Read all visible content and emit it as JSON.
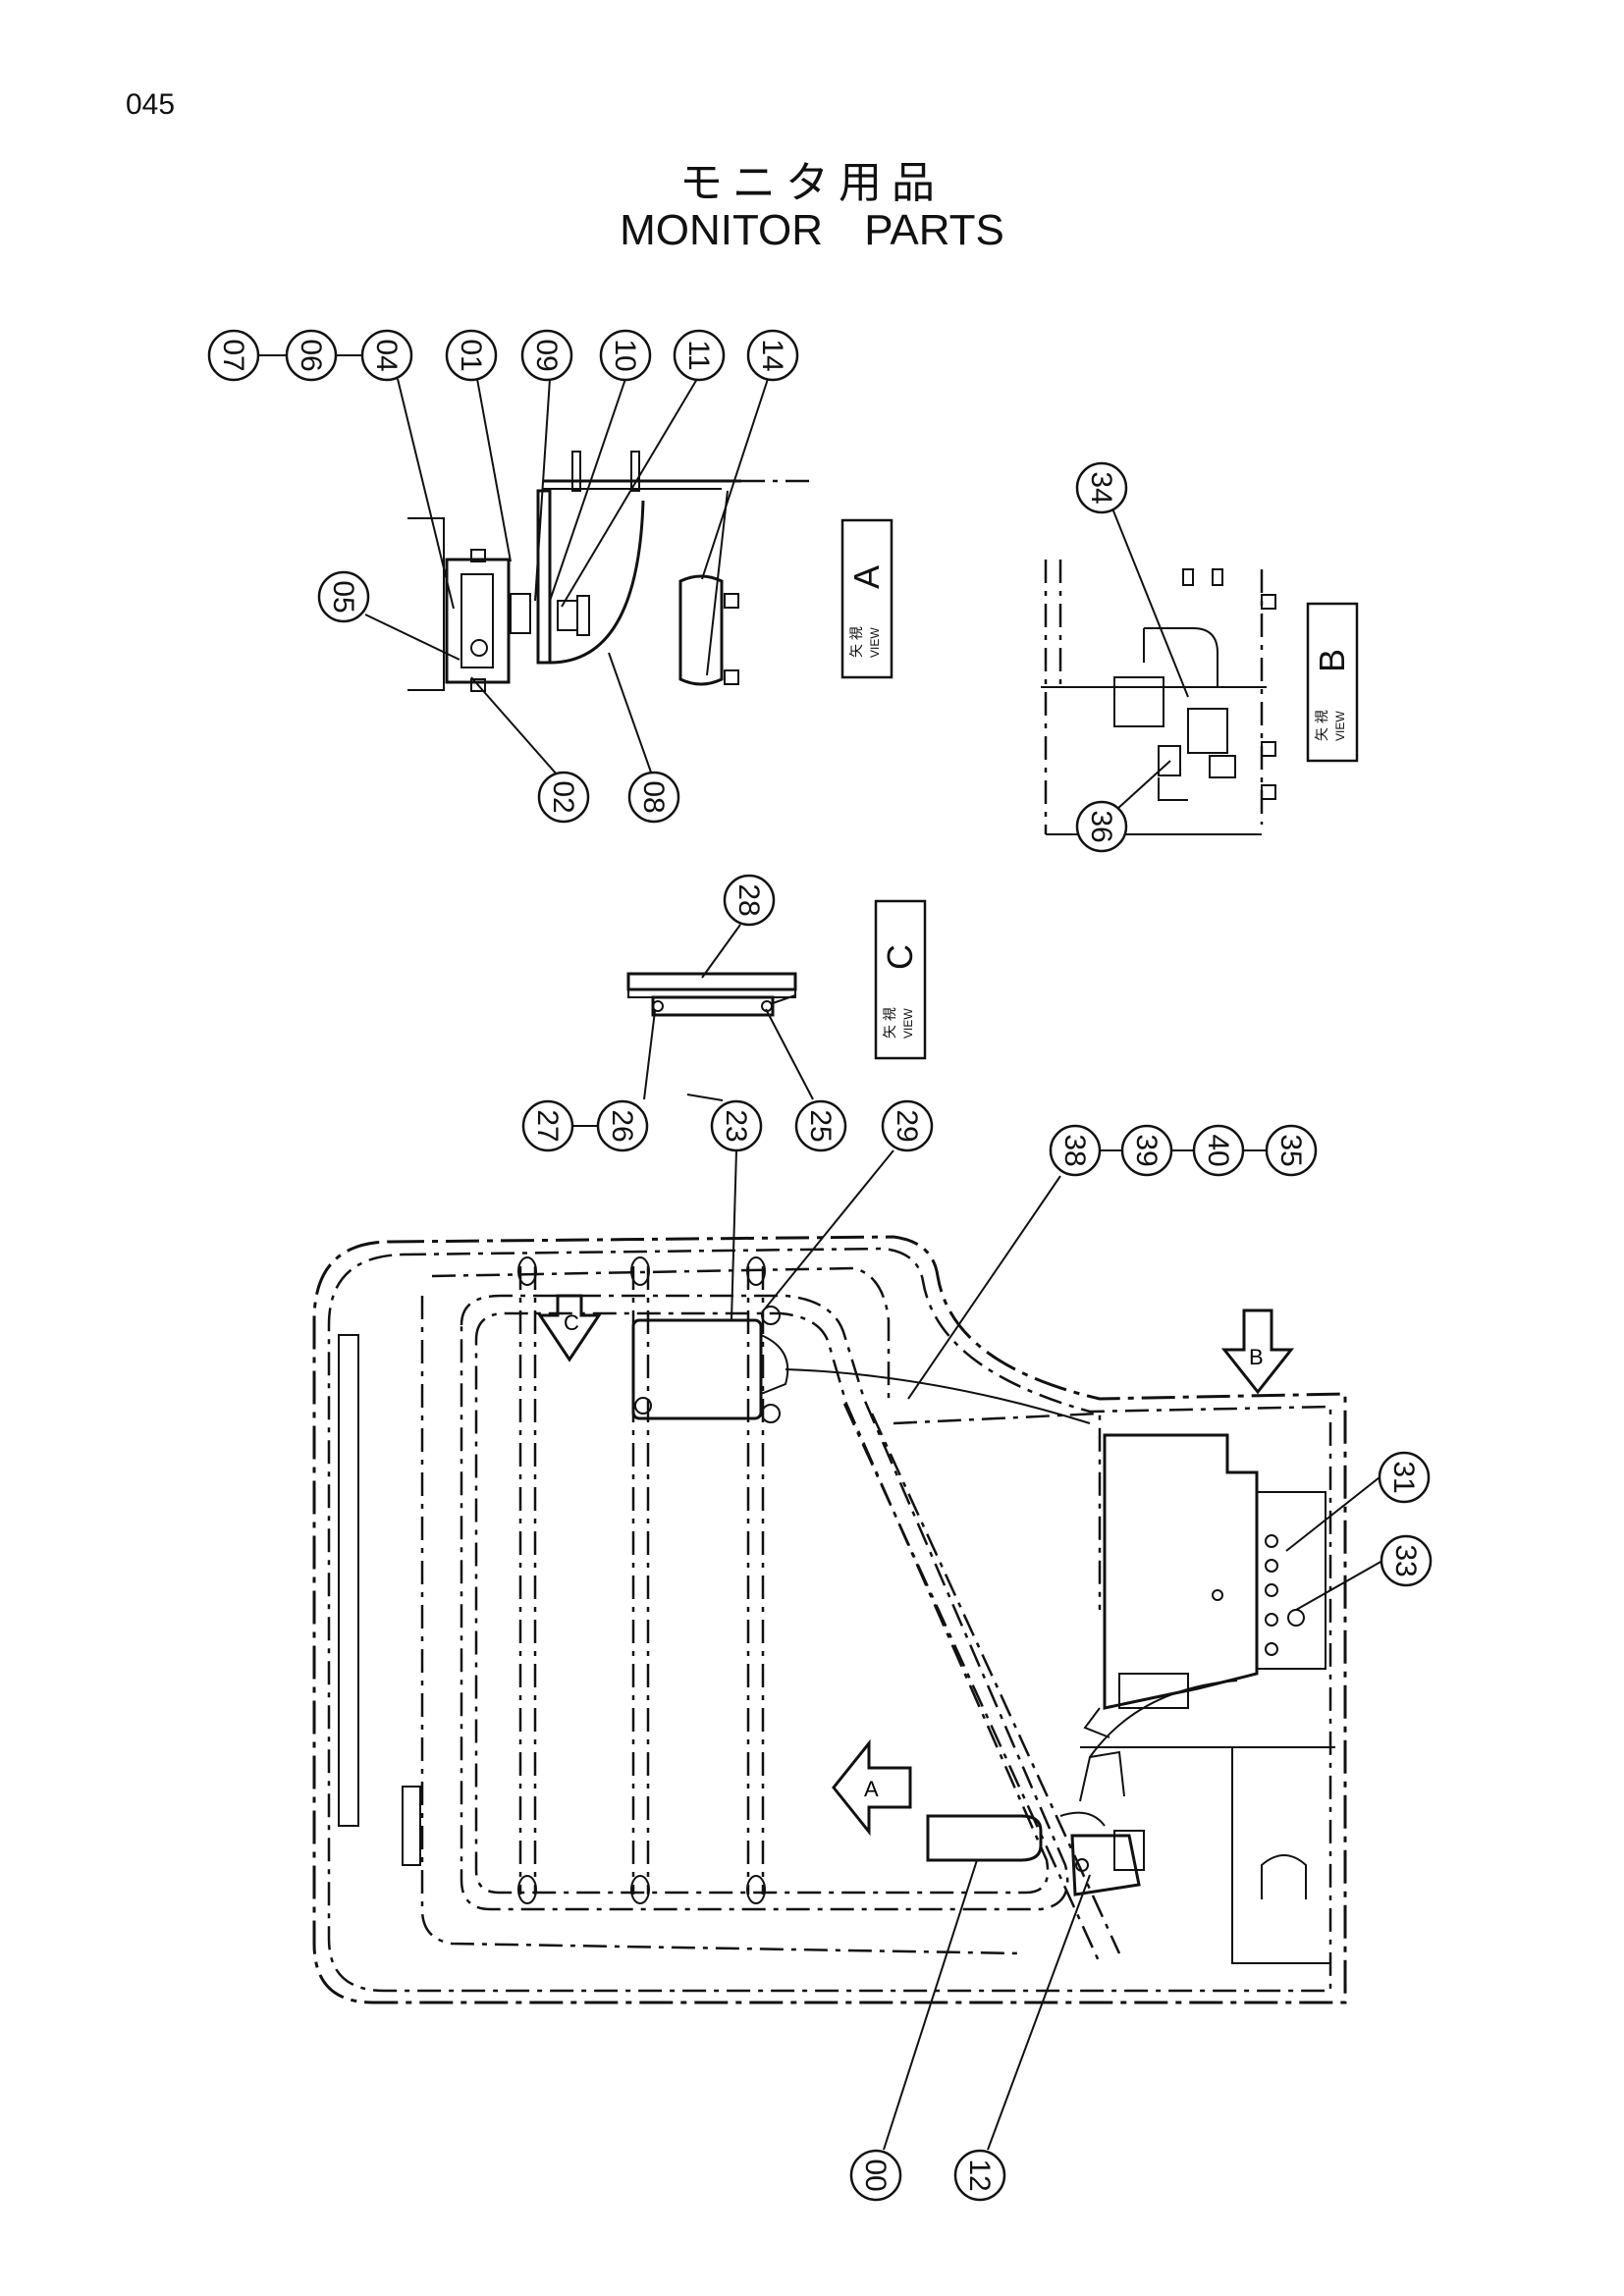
{
  "page_number": "045",
  "title_jp": "モニタ用品",
  "title_en": "MONITOR PARTS",
  "view_labels": [
    {
      "id": "view-a",
      "kanji": "矢 視",
      "view": "VIEW",
      "letter": "A"
    },
    {
      "id": "view-b",
      "kanji": "矢 視",
      "view": "VIEW",
      "letter": "B"
    },
    {
      "id": "view-c",
      "kanji": "矢 視",
      "view": "VIEW",
      "letter": "C"
    }
  ],
  "arrow_labels": {
    "a": "A",
    "b": "B",
    "c": "C"
  },
  "callouts": [
    "07",
    "06",
    "04",
    "01",
    "09",
    "10",
    "11",
    "14",
    "05",
    "02",
    "08",
    "34",
    "36",
    "28",
    "27",
    "26",
    "23",
    "25",
    "29",
    "38",
    "39",
    "40",
    "35",
    "31",
    "33",
    "00",
    "12"
  ]
}
